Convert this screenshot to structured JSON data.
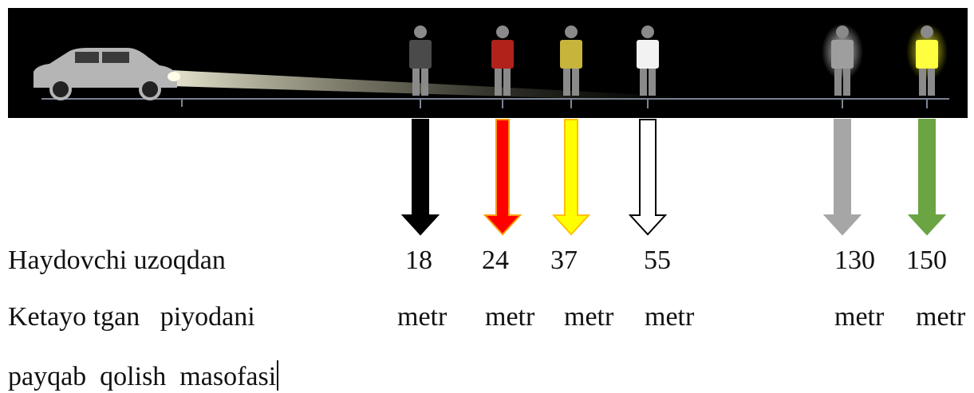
{
  "labels": {
    "line1": "Haydovchi uzoqdan",
    "line2": "Ketayo tgan   piyodani",
    "line3": "payqab  qolish  masofasi"
  },
  "distances": [
    {
      "value": "18",
      "unit": "metr",
      "figure_color": "#4a4a4a",
      "arrow_fill": "#000000",
      "arrow_stroke": "#000000"
    },
    {
      "value": "24",
      "unit": "metr",
      "figure_color": "#b0221a",
      "arrow_fill": "#ff0000",
      "arrow_stroke": "#ff9900"
    },
    {
      "value": "37",
      "unit": "metr",
      "figure_color": "#c7b43a",
      "arrow_fill": "#ffff00",
      "arrow_stroke": "#ffc000"
    },
    {
      "value": "55",
      "unit": "metr",
      "figure_color": "#f2f2f2",
      "arrow_fill": "#ffffff",
      "arrow_stroke": "#000000"
    },
    {
      "value": "130",
      "unit": "metr",
      "figure_color": "#9e9e9e",
      "arrow_fill": "#a6a6a6",
      "arrow_stroke": "#a6a6a6"
    },
    {
      "value": "150",
      "unit": "metr",
      "figure_color": "#ffff40",
      "arrow_fill": "#6aa443",
      "arrow_stroke": "#6aa443"
    }
  ],
  "colors": {
    "scene_background": "#000000",
    "car": "#b5b5b5",
    "headlight_beam": "#f2f0d8",
    "road": "#7a8494"
  }
}
